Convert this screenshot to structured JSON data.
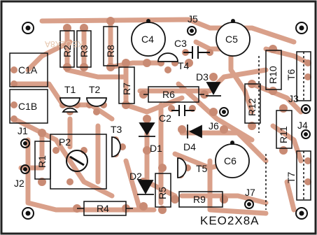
{
  "board": {
    "code": "KEO2X8A",
    "ghost_code": "KEO2X8A",
    "colors": {
      "background": "#ffffff",
      "trace": "#d9a08a",
      "pad": "#c98b74",
      "outline": "#111111",
      "border": "#222222"
    }
  },
  "labels": {
    "c1a": "C1A",
    "c1b": "C1B",
    "c2": "C2",
    "c3": "C3",
    "c4": "C4",
    "c5": "C5",
    "c6": "C6",
    "r1": "R1",
    "r2": "R2",
    "r3": "R3",
    "r4": "R4",
    "r5": "R5",
    "r6": "R6",
    "r7": "R7",
    "r8": "R8",
    "r9": "R9",
    "r10": "R10",
    "r11": "R11",
    "r12": "R12",
    "t1": "T1",
    "t2": "T2",
    "t3": "T3",
    "t4": "T4",
    "t5": "T5",
    "t6": "T6",
    "t7": "T7",
    "d1": "D1",
    "d2": "D2",
    "d3": "D3",
    "d4": "D4",
    "p2": "P2",
    "j1": "J1",
    "j2": "J2",
    "j3": "J3",
    "j4": "J4",
    "j5": "J5",
    "j6": "J6",
    "j7": "J7"
  }
}
